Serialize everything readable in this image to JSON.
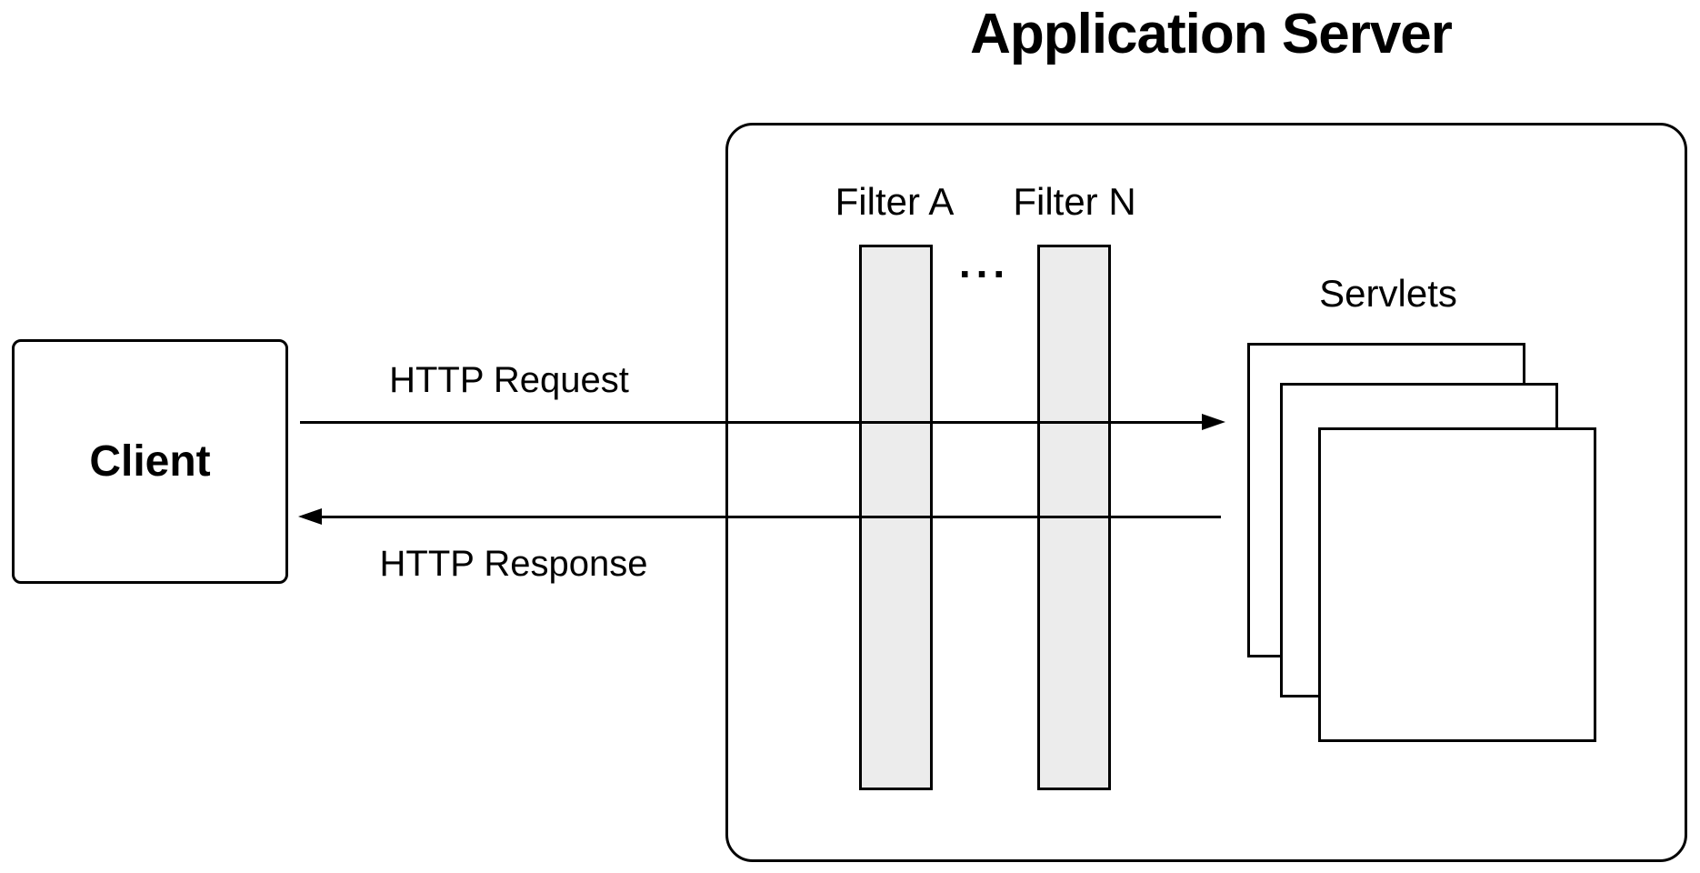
{
  "diagram": {
    "title": "Application Server",
    "client": {
      "label": "Client"
    },
    "flows": {
      "request_label": "HTTP Request",
      "response_label": "HTTP Response"
    },
    "filters": {
      "filter_a_label": "Filter A",
      "filter_n_label": "Filter N",
      "ellipsis": "..."
    },
    "servlets": {
      "label": "Servlets"
    },
    "colors": {
      "stroke": "#000000",
      "filter_fill": "#ececec",
      "background": "#ffffff"
    }
  }
}
